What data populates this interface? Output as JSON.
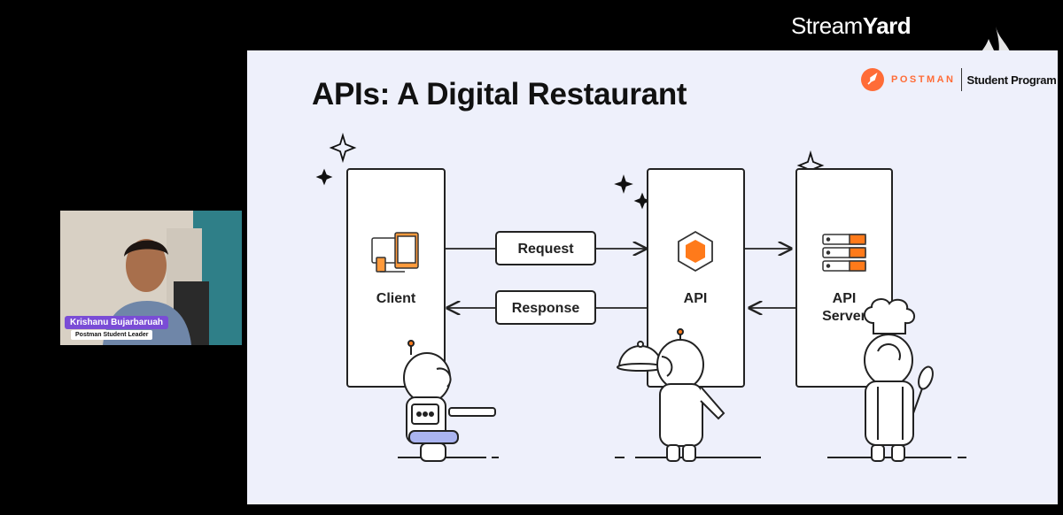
{
  "streamyard": {
    "brand_light": "Stream",
    "brand_bold": "Yard"
  },
  "slide": {
    "title": "APIs: A Digital Restaurant",
    "logo": {
      "word": "POSTMAN",
      "sub": "Student Program"
    },
    "boxes": {
      "client": "Client",
      "api": "API",
      "server_line1": "API",
      "server_line2": "Server"
    },
    "flows": {
      "request": "Request",
      "response": "Response"
    }
  },
  "presenter": {
    "name": "Krishanu Bujarbaruah",
    "role": "Postman Student Leader"
  },
  "colors": {
    "accent": "#ff6c37",
    "slide_bg": "#eef0fb",
    "name_badge": "#7a4cd6"
  }
}
